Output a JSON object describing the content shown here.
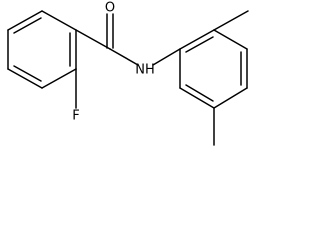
{
  "structure": {
    "atom_labels": {
      "oxygen": "O",
      "amide_nitrogen": "NH",
      "fluorine": "F"
    }
  }
}
